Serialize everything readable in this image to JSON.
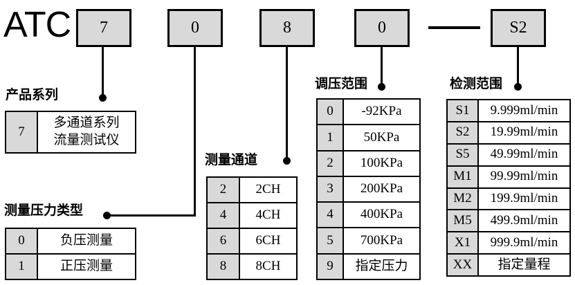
{
  "prefix": "ATC",
  "code": {
    "boxes": [
      "7",
      "0",
      "8",
      "0",
      "S2"
    ],
    "separator": "—"
  },
  "colors": {
    "box_fill": "#d9d9d9",
    "border": "#000000",
    "background": "#ffffff"
  },
  "tables": {
    "productSeries": {
      "title": "产品系列",
      "rows": [
        {
          "code": "7",
          "desc": "多通道系列\n流量测试仪"
        }
      ]
    },
    "pressureType": {
      "title": "测量压力类型",
      "rows": [
        {
          "code": "0",
          "desc": "负压测量"
        },
        {
          "code": "1",
          "desc": "正压测量"
        }
      ]
    },
    "channels": {
      "title": "测量通道",
      "rows": [
        {
          "code": "2",
          "desc": "2CH"
        },
        {
          "code": "4",
          "desc": "4CH"
        },
        {
          "code": "6",
          "desc": "6CH"
        },
        {
          "code": "8",
          "desc": "8CH"
        }
      ]
    },
    "pressureRange": {
      "title": "调压范围",
      "rows": [
        {
          "code": "0",
          "desc": "-92KPa"
        },
        {
          "code": "1",
          "desc": "50KPa"
        },
        {
          "code": "2",
          "desc": "100KPa"
        },
        {
          "code": "3",
          "desc": "200KPa"
        },
        {
          "code": "4",
          "desc": "400KPa"
        },
        {
          "code": "5",
          "desc": "700KPa"
        },
        {
          "code": "9",
          "desc": "指定压力"
        }
      ]
    },
    "detectionRange": {
      "title": "检测范围",
      "rows": [
        {
          "code": "S1",
          "desc": "9.999ml/min"
        },
        {
          "code": "S2",
          "desc": "19.99ml/min"
        },
        {
          "code": "S5",
          "desc": "49.99ml/min"
        },
        {
          "code": "M1",
          "desc": "99.99ml/min"
        },
        {
          "code": "M2",
          "desc": "199.9ml/min"
        },
        {
          "code": "M5",
          "desc": "499.9ml/min"
        },
        {
          "code": "X1",
          "desc": "999.9ml/min"
        },
        {
          "code": "XX",
          "desc": "指定量程"
        }
      ]
    }
  }
}
